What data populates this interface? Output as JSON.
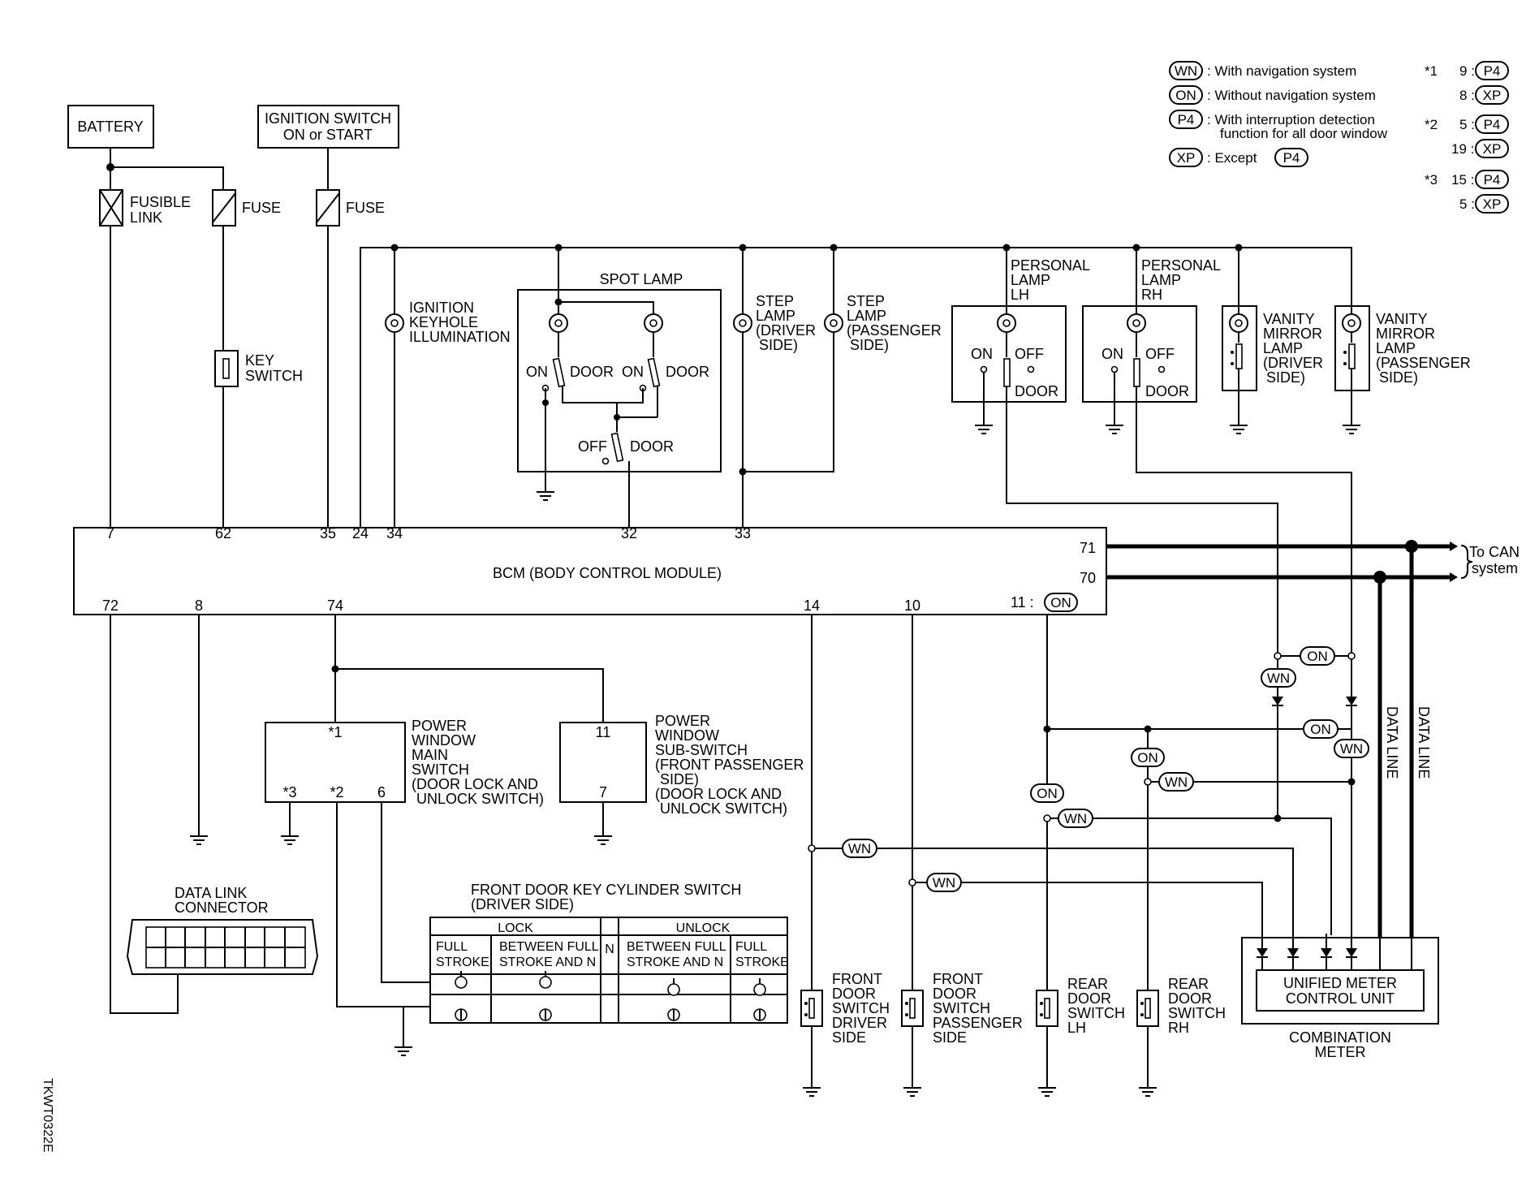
{
  "legend": {
    "wn_code": "WN",
    "wn_text": ": With navigation system",
    "on_code": "ON",
    "on_text": ": Without navigation system",
    "p4_code": "P4",
    "p4_text1": ": With interruption detection",
    "p4_text2": "function for all door window",
    "xp_code": "XP",
    "xp_text": ": Except",
    "star1": "*1",
    "star2": "*2",
    "star3": "*3",
    "s1a": "9 :",
    "s1b": "8 :",
    "s2a": "5 :",
    "s2b": "19 :",
    "s3a": "15 :",
    "s3b": "5 :"
  },
  "labels": {
    "battery": "BATTERY",
    "ign1": "IGNITION SWITCH",
    "ign2": "ON or START",
    "fusible1": "FUSIBLE",
    "fusible2": "LINK",
    "fuse": "FUSE",
    "key1": "KEY",
    "key2": "SWITCH",
    "ikey1": "IGNITION",
    "ikey2": "KEYHOLE",
    "ikey3": "ILLUMINATION",
    "spot": "SPOT LAMP",
    "on": "ON",
    "off": "OFF",
    "door": "DOOR",
    "step": "STEP",
    "lamp": "LAMP",
    "drv_paren": "(DRIVER",
    "side_paren": "SIDE)",
    "pass_paren": "(PASSENGER",
    "personal": "PERSONAL",
    "lh": "LH",
    "rh": "RH",
    "vanity": "VANITY",
    "mirror": "MIRROR",
    "bcm": "BCM (BODY CONTROL MODULE)",
    "to_can1": "To CAN",
    "to_can2": "system",
    "pin7": "7",
    "pin62": "62",
    "pin35": "35",
    "pin24": "24",
    "pin34": "34",
    "pin32": "32",
    "pin33": "33",
    "pin71": "71",
    "pin70": "70",
    "pin72": "72",
    "pin8": "8",
    "pin74": "74",
    "pin14": "14",
    "pin10": "10",
    "pin11": "11 :",
    "pw_main1": "POWER",
    "pw_main2": "WINDOW",
    "pw_main3": "MAIN",
    "pw_main4": "SWITCH",
    "pw_main5": "(DOOR LOCK AND",
    "pw_main6": "UNLOCK SWITCH)",
    "pw_sub1": "POWER",
    "pw_sub2": "WINDOW",
    "pw_sub3": "SUB-SWITCH",
    "pw_sub4": "(FRONT PASSENGER",
    "pw_sub5": "SIDE)",
    "pw_sub6": "(DOOR LOCK AND",
    "pw_sub7": "UNLOCK SWITCH)",
    "pin_s1": "*1",
    "pin_s3": "*3",
    "pin_s2": "*2",
    "pin6": "6",
    "pin11b": "11",
    "pin7b": "7",
    "dlc1": "DATA LINK",
    "dlc2": "CONNECTOR",
    "fdk1": "FRONT DOOR KEY CYLINDER SWITCH",
    "fdk2": "(DRIVER SIDE)",
    "lock": "LOCK",
    "unlock": "UNLOCK",
    "n": "N",
    "full": "FULL",
    "stroke": "STROKE",
    "between1": "BETWEEN FULL",
    "between2": "STROKE AND N",
    "fds_front": "FRONT",
    "fds_door": "DOOR",
    "fds_switch": "SWITCH",
    "driver": "DRIVER",
    "passenger": "PASSENGER",
    "side": "SIDE",
    "rear": "REAR",
    "umcu1": "UNIFIED METER",
    "umcu2": "CONTROL UNIT",
    "comb1": "COMBINATION",
    "comb2": "METER",
    "data_line": "DATA LINE",
    "code": "TKWT0322E"
  }
}
